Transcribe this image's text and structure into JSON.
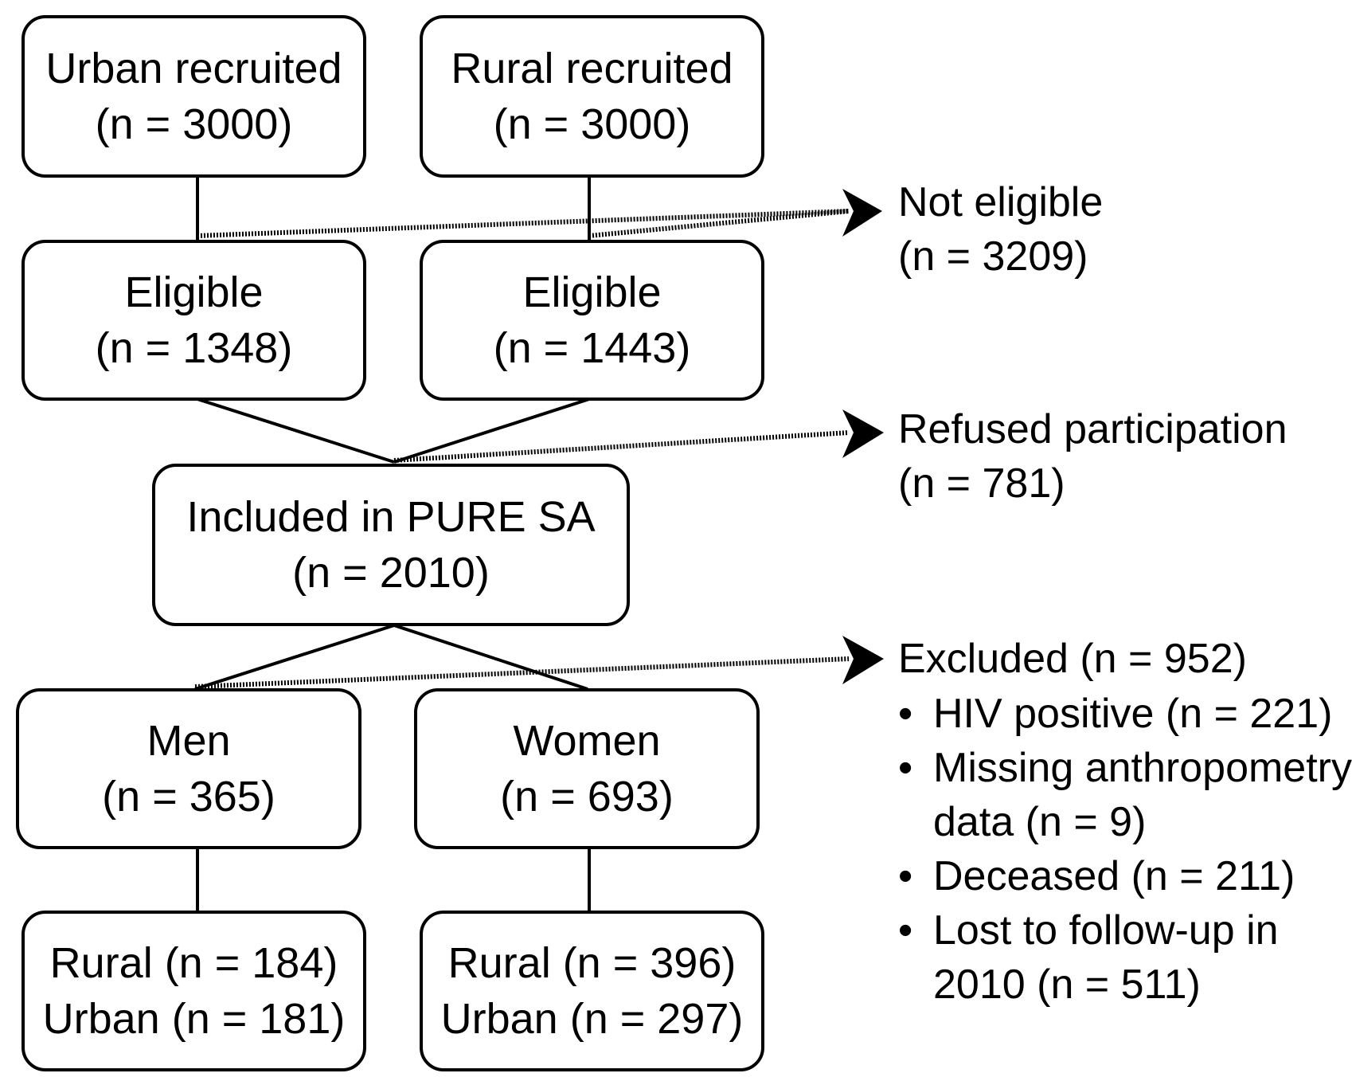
{
  "boxes": {
    "urban_recruited": {
      "line1": "Urban recruited",
      "line2": "(n = 3000)"
    },
    "rural_recruited": {
      "line1": "Rural recruited",
      "line2": "(n = 3000)"
    },
    "eligible_urban": {
      "line1": "Eligible",
      "line2": "(n = 1348)"
    },
    "eligible_rural": {
      "line1": "Eligible",
      "line2": "(n = 1443)"
    },
    "included": {
      "line1": "Included in PURE SA",
      "line2": "(n = 2010)"
    },
    "men": {
      "line1": "Men",
      "line2": "(n = 365)"
    },
    "women": {
      "line1": "Women",
      "line2": "(n = 693)"
    },
    "men_split": {
      "line1": "Rural (n = 184)",
      "line2": "Urban (n = 181)"
    },
    "women_split": {
      "line1": "Rural (n = 396)",
      "line2": "Urban (n = 297)"
    }
  },
  "side_notes": {
    "not_eligible": {
      "line1": "Not eligible",
      "line2": "(n = 3209)"
    },
    "refused": {
      "line1": "Refused participation",
      "line2": "(n = 781)"
    },
    "excluded": {
      "title": "Excluded (n = 952)",
      "items": [
        {
          "lines": [
            "HIV positive (n = 221)"
          ]
        },
        {
          "lines": [
            "Missing anthropometry",
            "data (n = 9)"
          ]
        },
        {
          "lines": [
            "Deceased (n = 211)"
          ]
        },
        {
          "lines": [
            "Lost to follow-up in",
            "2010 (n = 511)"
          ]
        }
      ]
    }
  }
}
